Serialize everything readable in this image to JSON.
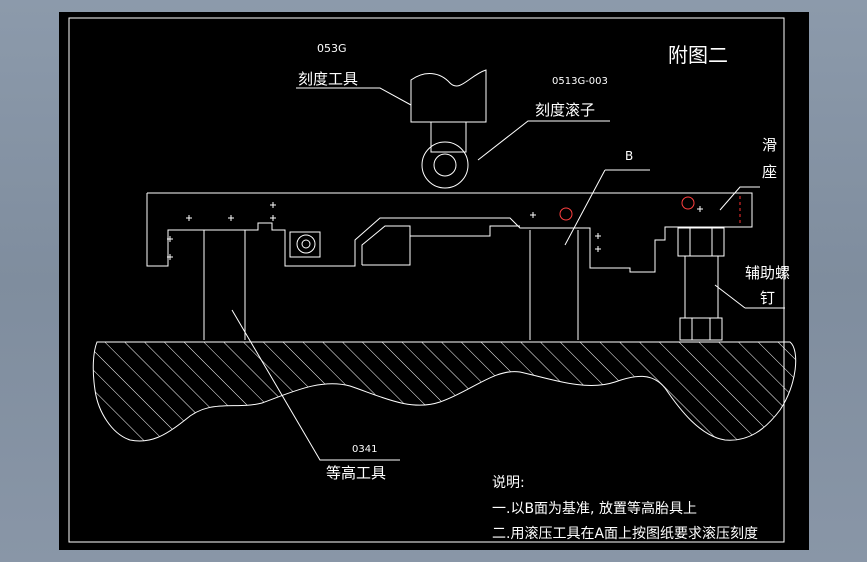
{
  "drawing": {
    "title": "附图二",
    "labels": {
      "part_053g": "053G",
      "engrave_tool": "刻度工具",
      "part_0513g003": "0513G-003",
      "engrave_roller": "刻度滚子",
      "surface_b": "B",
      "slide_seat_1": "滑",
      "slide_seat_2": "座",
      "aux_screw_1": "辅助螺",
      "aux_screw_2": "钉",
      "part_0341": "0341",
      "equal_height_tool": "等高工具"
    },
    "notes": {
      "heading": "说明:",
      "line1": "一.以B面为基准, 放置等高胎具上",
      "line2": "二.用滚压工具在A面上按图纸要求滚压刻度"
    }
  }
}
